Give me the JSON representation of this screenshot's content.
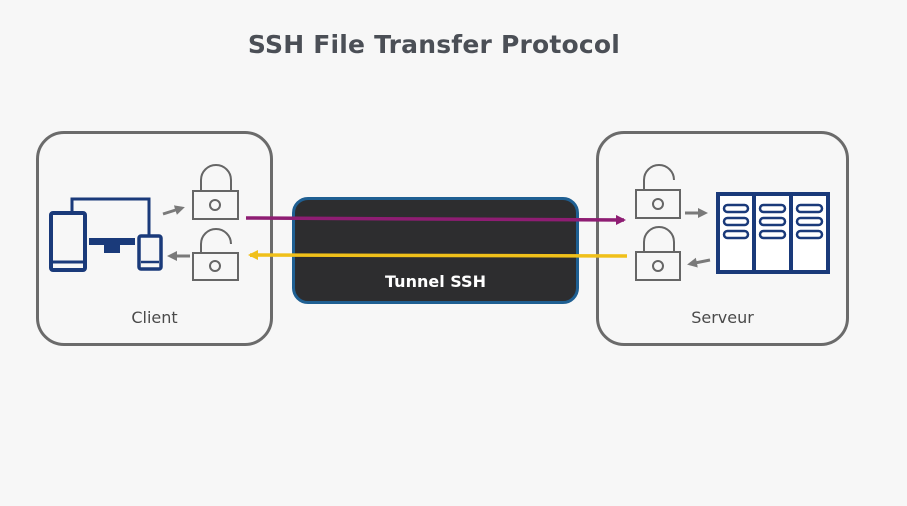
{
  "title": "SSH File Transfer Protocol",
  "client": {
    "label": "Client"
  },
  "server": {
    "label": "Serveur"
  },
  "tunnel": {
    "label": "Tunnel SSH"
  },
  "colors": {
    "outbound_arrow": "#8e1d73",
    "inbound_arrow": "#f0c01a",
    "device_blue": "#1a3a7a",
    "tunnel_fill": "#2d2d2f",
    "tunnel_border": "#1f5f92",
    "gray_arrow": "#7a7a7a"
  },
  "icons": [
    "devices-icon",
    "lock-icon",
    "unlock-icon",
    "server-rack-icon"
  ]
}
